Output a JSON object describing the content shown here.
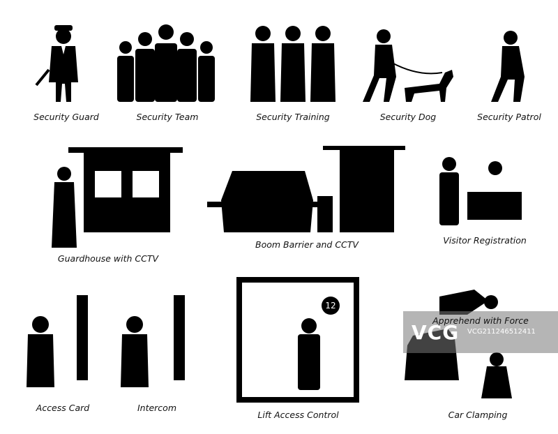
{
  "panels": [
    {
      "key": "guard",
      "label": "Security Guard"
    },
    {
      "key": "team",
      "label": "Security Team"
    },
    {
      "key": "training",
      "label": "Security Training"
    },
    {
      "key": "dog",
      "label": "Security Dog"
    },
    {
      "key": "patrol",
      "label": "Security Patrol"
    },
    {
      "key": "guardhouse",
      "label": "Guardhouse with CCTV"
    },
    {
      "key": "boom",
      "label": "Boom Barrier and CCTV"
    },
    {
      "key": "visitor",
      "label": "Visitor Registration"
    },
    {
      "key": "access",
      "label": "Access Card"
    },
    {
      "key": "intercom",
      "label": "Intercom"
    },
    {
      "key": "lift",
      "label": "Lift Access Control",
      "floor": "12",
      "floor_icon": "floor-number-badge-icon"
    },
    {
      "key": "apprehend",
      "label": "Apprehend with Force"
    },
    {
      "key": "clamp",
      "label": "Car Clamping"
    }
  ],
  "watermark": {
    "logo": "VCG",
    "id": "VCG211246512411"
  },
  "colors": {
    "ink": "#000000",
    "background": "#ffffff"
  }
}
